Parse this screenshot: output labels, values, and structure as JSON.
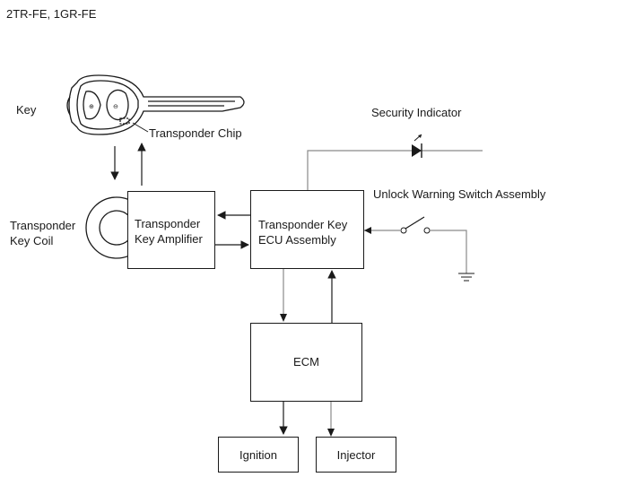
{
  "header": {
    "engine_models": "2TR-FE, 1GR-FE"
  },
  "labels": {
    "key": "Key",
    "transponder_chip": "Transponder Chip",
    "transponder_key_coil_line1": "Transponder",
    "transponder_key_coil_line2": "Key Coil",
    "security_indicator": "Security Indicator",
    "unlock_warning_switch": "Unlock Warning Switch Assembly"
  },
  "boxes": {
    "amplifier_line1": "Transponder",
    "amplifier_line2": "Key Amplifier",
    "ecu_line1": "Transponder Key",
    "ecu_line2": "ECU Assembly",
    "ecm": "ECM",
    "ignition": "Ignition",
    "injector": "Injector"
  },
  "key_buttons": [
    "lock-button",
    "unlock-button"
  ],
  "colors": {
    "line": "#1a1a1a",
    "wire_gray": "#8a8a8a"
  }
}
